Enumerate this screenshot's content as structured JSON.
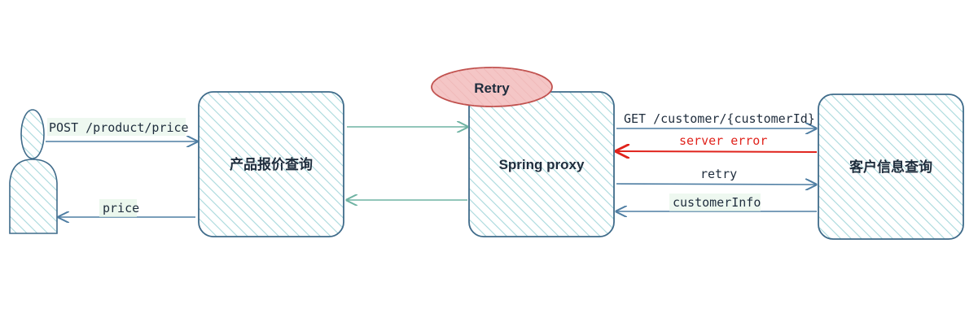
{
  "colors": {
    "box_stroke": "#3f6b8a",
    "box_hatch": "#a8d8dc",
    "arrow_teal": "#6fb3a3",
    "arrow_blue": "#4f7ea3",
    "error_red": "#e0231c",
    "retry_fill": "#f4c6c6",
    "retry_stroke": "#c0504d",
    "text_dark": "#1f2d3d",
    "label_bg": "#e3f3e6"
  },
  "nodes": {
    "user_icon": "person-icon",
    "product_service": "产品报价查询",
    "spring_proxy": "Spring proxy",
    "customer_service": "客户信息查询",
    "retry_badge": "Retry"
  },
  "edges": {
    "request": "POST /product/price",
    "response": "price",
    "get_customer": "GET /customer/{customerId}",
    "server_error": "server error",
    "retry": "retry",
    "customer_info": "customerInfo"
  }
}
